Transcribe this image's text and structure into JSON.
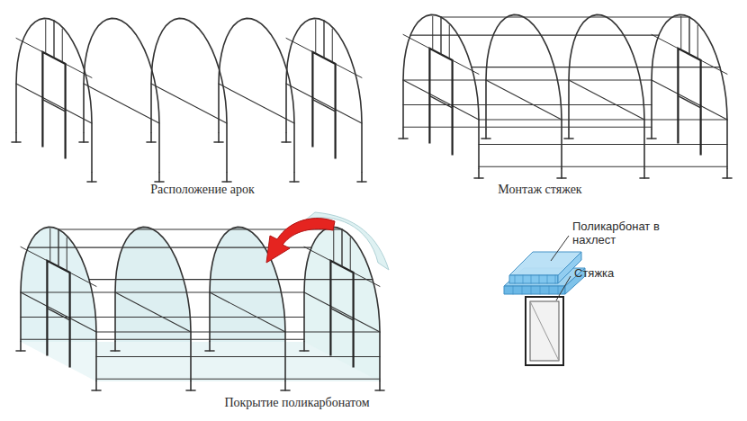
{
  "diagram": {
    "labels": [
      "Расположение арок",
      "Монтаж стяжек",
      "Покрытие поликарбонатом",
      "Поликарбонат в нахлест",
      "Стяжка"
    ]
  }
}
